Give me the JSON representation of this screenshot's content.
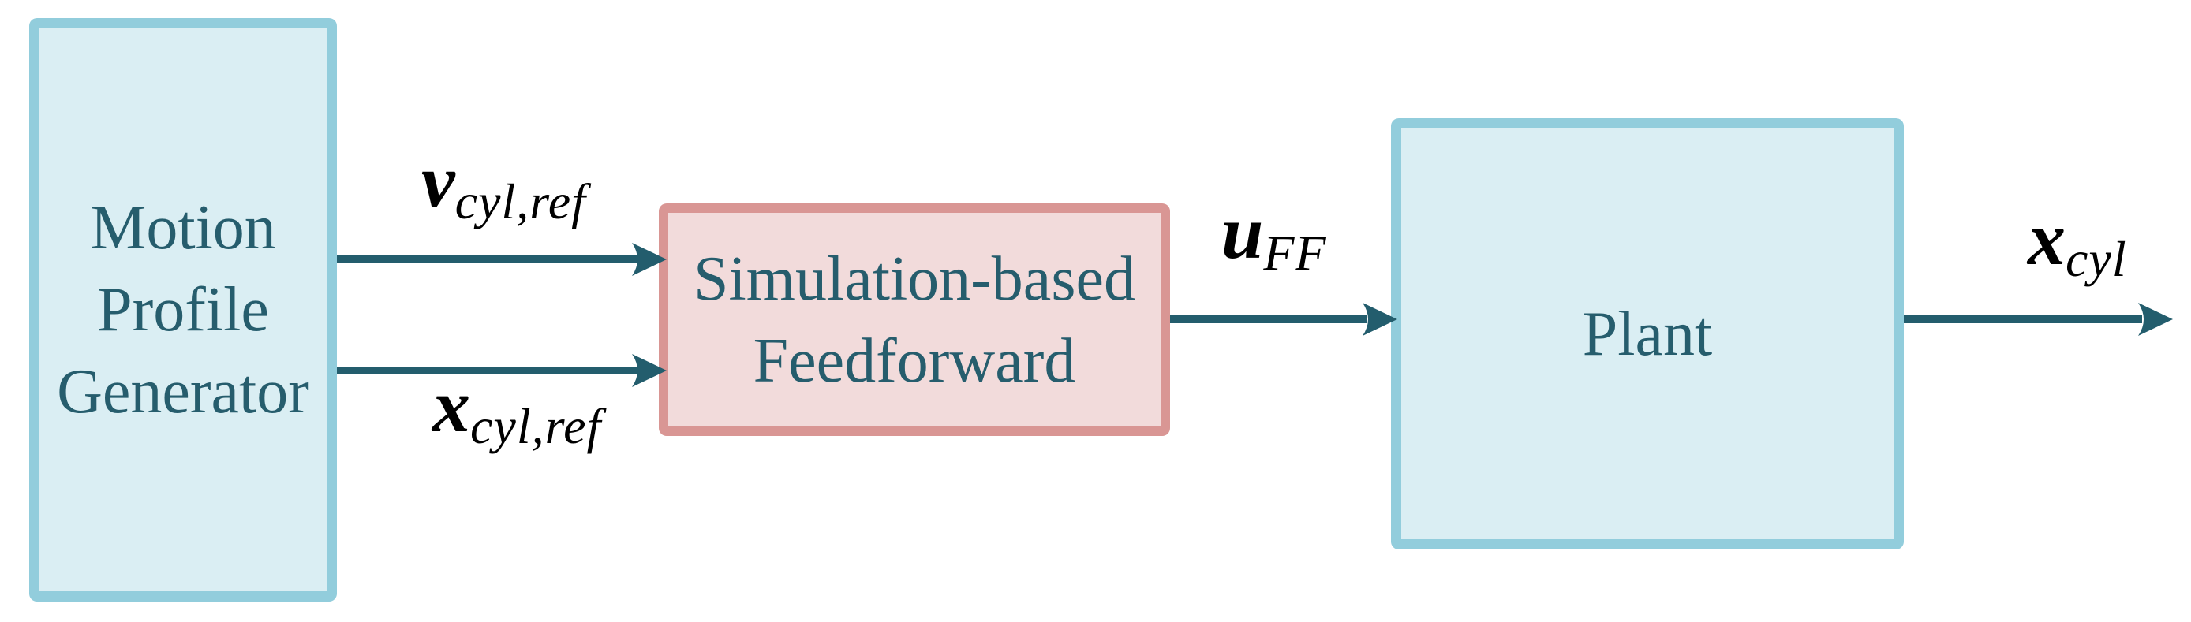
{
  "diagram": {
    "type": "control-block-diagram",
    "description": "Simulation-based feedforward control structure"
  },
  "blocks": {
    "motion_profile_generator": {
      "lines": [
        "Motion",
        "Profile",
        "Generator"
      ]
    },
    "simulation_feedforward": {
      "lines": [
        "Simulation-based",
        "Feedforward"
      ]
    },
    "plant": {
      "lines": [
        "Plant"
      ]
    }
  },
  "signals": {
    "v_ref": {
      "main": "v",
      "sub": "cyl,ref"
    },
    "x_ref": {
      "main": "x",
      "sub": "cyl,ref"
    },
    "u_ff": {
      "main": "u",
      "sub": "FF"
    },
    "x_out": {
      "main": "x",
      "sub": "cyl"
    }
  },
  "colors": {
    "blue_block_fill": "#DAEEF3",
    "blue_block_border": "#92CDDC",
    "pink_block_fill": "#F2DBDB",
    "pink_block_border": "#D99694",
    "block_text": "#265D6D",
    "arrow": "#235D6D",
    "signal_label_text": "#000000"
  }
}
